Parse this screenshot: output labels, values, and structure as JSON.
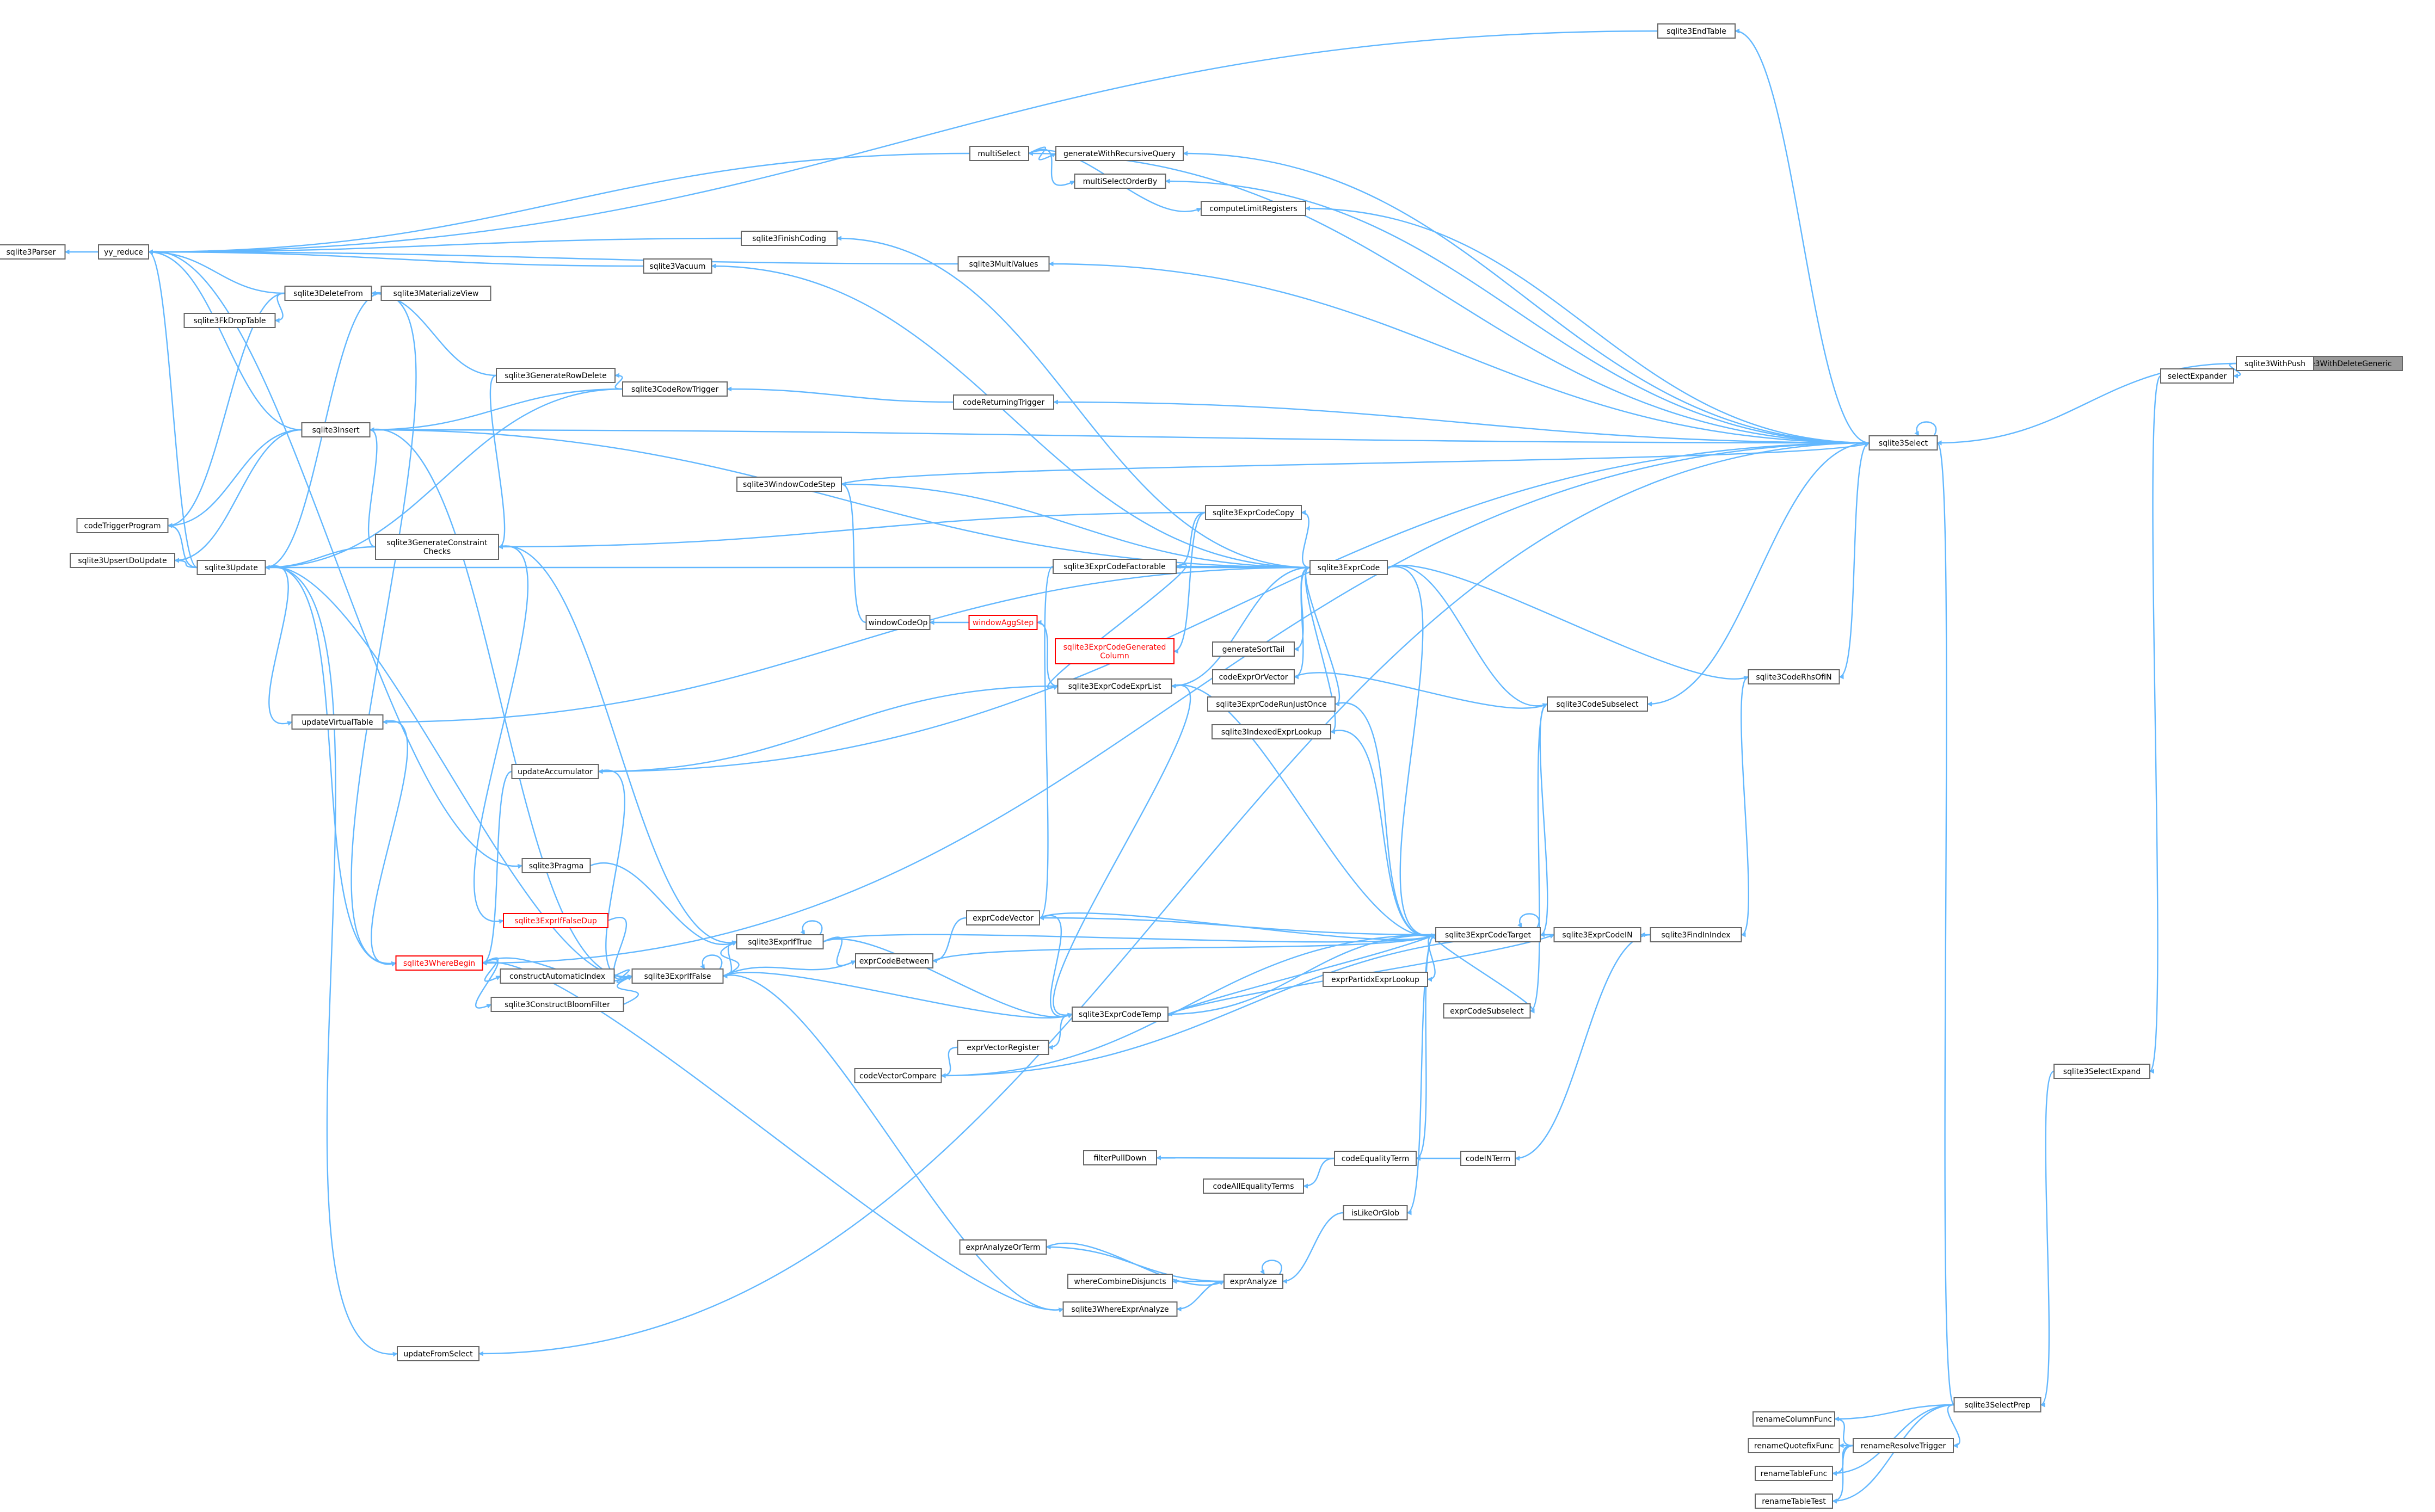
{
  "diagram": {
    "kind": "caller-graph",
    "colors": {
      "edge": "#63b8ff",
      "node_border": "#666666",
      "focus_fill": "#999999",
      "warning_border": "#ff0000",
      "background": "#ffffff"
    },
    "focus_node": "sqlite3WithDeleteGeneric",
    "nodes": [
      {
        "id": "sqlite3WithDeleteGeneric",
        "label": "sqlite3WithDeleteGeneric",
        "style": "focus"
      },
      {
        "id": "sqlite3WithPush",
        "label": "sqlite3WithPush"
      },
      {
        "id": "selectExpander",
        "label": "selectExpander"
      },
      {
        "id": "sqlite3Select",
        "label": "sqlite3Select"
      },
      {
        "id": "sqlite3SelectExpand",
        "label": "sqlite3SelectExpand"
      },
      {
        "id": "sqlite3SelectPrep",
        "label": "sqlite3SelectPrep"
      },
      {
        "id": "sqlite3EndTable",
        "label": "sqlite3EndTable"
      },
      {
        "id": "multiSelect",
        "label": "multiSelect"
      },
      {
        "id": "generateWithRecursiveQuery",
        "label": "generateWithRecursiveQuery"
      },
      {
        "id": "multiSelectOrderBy",
        "label": "multiSelectOrderBy"
      },
      {
        "id": "computeLimitRegisters",
        "label": "computeLimitRegisters"
      },
      {
        "id": "sqlite3FinishCoding",
        "label": "sqlite3FinishCoding"
      },
      {
        "id": "sqlite3Parser",
        "label": "sqlite3Parser"
      },
      {
        "id": "yy_reduce",
        "label": "yy_reduce"
      },
      {
        "id": "sqlite3MultiValues",
        "label": "sqlite3MultiValues"
      },
      {
        "id": "sqlite3Vacuum",
        "label": "sqlite3Vacuum"
      },
      {
        "id": "sqlite3DeleteFrom",
        "label": "sqlite3DeleteFrom"
      },
      {
        "id": "sqlite3MaterializeView",
        "label": "sqlite3MaterializeView"
      },
      {
        "id": "sqlite3FkDropTable",
        "label": "sqlite3FkDropTable"
      },
      {
        "id": "sqlite3GenerateRowDelete",
        "label": "sqlite3GenerateRowDelete"
      },
      {
        "id": "sqlite3CodeRowTrigger",
        "label": "sqlite3CodeRowTrigger"
      },
      {
        "id": "codeReturningTrigger",
        "label": "codeReturningTrigger"
      },
      {
        "id": "sqlite3Insert",
        "label": "sqlite3Insert"
      },
      {
        "id": "sqlite3WindowCodeStep",
        "label": "sqlite3WindowCodeStep"
      },
      {
        "id": "codeTriggerProgram",
        "label": "codeTriggerProgram"
      },
      {
        "id": "sqlite3ExprCodeCopy",
        "label": "sqlite3ExprCodeCopy"
      },
      {
        "id": "sqlite3UpsertDoUpdate",
        "label": "sqlite3UpsertDoUpdate"
      },
      {
        "id": "sqlite3Update",
        "label": "sqlite3Update"
      },
      {
        "id": "sqlite3GenerateConstraintChecks",
        "label": "sqlite3GenerateConstraint\nChecks"
      },
      {
        "id": "sqlite3ExprCodeFactorable",
        "label": "sqlite3ExprCodeFactorable"
      },
      {
        "id": "sqlite3ExprCode",
        "label": "sqlite3ExprCode"
      },
      {
        "id": "windowCodeOp",
        "label": "windowCodeOp"
      },
      {
        "id": "windowAggStep",
        "label": "windowAggStep",
        "style": "warning"
      },
      {
        "id": "generateSortTail",
        "label": "generateSortTail"
      },
      {
        "id": "sqlite3ExprCodeGeneratedColumn",
        "label": "sqlite3ExprCodeGenerated\nColumn",
        "style": "warning"
      },
      {
        "id": "sqlite3ExprCodeExprList",
        "label": "sqlite3ExprCodeExprList"
      },
      {
        "id": "codeExprOrVector",
        "label": "codeExprOrVector"
      },
      {
        "id": "sqlite3ExprCodeRunJustOnce",
        "label": "sqlite3ExprCodeRunJustOnce"
      },
      {
        "id": "sqlite3CodeSubselect",
        "label": "sqlite3CodeSubselect"
      },
      {
        "id": "sqlite3CodeRhsOfIN",
        "label": "sqlite3CodeRhsOfIN"
      },
      {
        "id": "updateVirtualTable",
        "label": "updateVirtualTable"
      },
      {
        "id": "sqlite3IndexedExprLookup",
        "label": "sqlite3IndexedExprLookup"
      },
      {
        "id": "updateAccumulator",
        "label": "updateAccumulator"
      },
      {
        "id": "sqlite3Pragma",
        "label": "sqlite3Pragma"
      },
      {
        "id": "sqlite3ExprIfFalseDup",
        "label": "sqlite3ExprIfFalseDup",
        "style": "warning"
      },
      {
        "id": "sqlite3ExprIfTrue",
        "label": "sqlite3ExprIfTrue"
      },
      {
        "id": "exprCodeVector",
        "label": "exprCodeVector"
      },
      {
        "id": "sqlite3WhereBegin",
        "label": "sqlite3WhereBegin",
        "style": "warning"
      },
      {
        "id": "constructAutomaticIndex",
        "label": "constructAutomaticIndex"
      },
      {
        "id": "sqlite3ExprIfFalse",
        "label": "sqlite3ExprIfFalse"
      },
      {
        "id": "exprCodeBetween",
        "label": "exprCodeBetween"
      },
      {
        "id": "sqlite3ExprCodeTarget",
        "label": "sqlite3ExprCodeTarget"
      },
      {
        "id": "sqlite3ExprCodeIN",
        "label": "sqlite3ExprCodeIN"
      },
      {
        "id": "sqlite3FindInIndex",
        "label": "sqlite3FindInIndex"
      },
      {
        "id": "exprPartidxExprLookup",
        "label": "exprPartidxExprLookup"
      },
      {
        "id": "sqlite3ConstructBloomFilter",
        "label": "sqlite3ConstructBloomFilter"
      },
      {
        "id": "sqlite3ExprCodeTemp",
        "label": "sqlite3ExprCodeTemp"
      },
      {
        "id": "exprCodeSubselect",
        "label": "exprCodeSubselect"
      },
      {
        "id": "exprVectorRegister",
        "label": "exprVectorRegister"
      },
      {
        "id": "codeVectorCompare",
        "label": "codeVectorCompare"
      },
      {
        "id": "filterPullDown",
        "label": "filterPullDown"
      },
      {
        "id": "codeEqualityTerm",
        "label": "codeEqualityTerm"
      },
      {
        "id": "codeINTerm",
        "label": "codeINTerm"
      },
      {
        "id": "codeAllEqualityTerms",
        "label": "codeAllEqualityTerms"
      },
      {
        "id": "isLikeOrGlob",
        "label": "isLikeOrGlob"
      },
      {
        "id": "exprAnalyzeOrTerm",
        "label": "exprAnalyzeOrTerm"
      },
      {
        "id": "whereCombineDisjuncts",
        "label": "whereCombineDisjuncts"
      },
      {
        "id": "exprAnalyze",
        "label": "exprAnalyze"
      },
      {
        "id": "sqlite3WhereExprAnalyze",
        "label": "sqlite3WhereExprAnalyze"
      },
      {
        "id": "updateFromSelect",
        "label": "updateFromSelect"
      },
      {
        "id": "renameColumnFunc",
        "label": "renameColumnFunc"
      },
      {
        "id": "renameQuotefixFunc",
        "label": "renameQuotefixFunc"
      },
      {
        "id": "renameResolveTrigger",
        "label": "renameResolveTrigger"
      },
      {
        "id": "renameTableFunc",
        "label": "renameTableFunc"
      },
      {
        "id": "renameTableTest",
        "label": "renameTableTest"
      }
    ],
    "edges": [
      [
        "sqlite3WithPush",
        "sqlite3WithDeleteGeneric"
      ],
      [
        "selectExpander",
        "sqlite3WithPush"
      ],
      [
        "sqlite3Select",
        "sqlite3WithPush"
      ],
      [
        "sqlite3SelectExpand",
        "selectExpander"
      ],
      [
        "sqlite3SelectPrep",
        "sqlite3SelectExpand"
      ],
      [
        "sqlite3Select",
        "sqlite3SelectPrep"
      ],
      [
        "renameColumnFunc",
        "sqlite3SelectPrep"
      ],
      [
        "renameResolveTrigger",
        "sqlite3SelectPrep"
      ],
      [
        "renameTableFunc",
        "sqlite3SelectPrep"
      ],
      [
        "renameTableTest",
        "sqlite3SelectPrep"
      ],
      [
        "renameColumnFunc",
        "renameResolveTrigger"
      ],
      [
        "renameQuotefixFunc",
        "renameResolveTrigger"
      ],
      [
        "renameTableFunc",
        "renameResolveTrigger"
      ],
      [
        "renameTableTest",
        "renameResolveTrigger"
      ],
      [
        "sqlite3Select",
        "sqlite3Select"
      ],
      [
        "sqlite3EndTable",
        "sqlite3Select"
      ],
      [
        "yy_reduce",
        "sqlite3EndTable"
      ],
      [
        "multiSelect",
        "sqlite3Select"
      ],
      [
        "generateWithRecursiveQuery",
        "sqlite3Select"
      ],
      [
        "multiSelectOrderBy",
        "sqlite3Select"
      ],
      [
        "computeLimitRegisters",
        "sqlite3Select"
      ],
      [
        "generateWithRecursiveQuery",
        "multiSelect"
      ],
      [
        "multiSelectOrderBy",
        "multiSelect"
      ],
      [
        "computeLimitRegisters",
        "multiSelect"
      ],
      [
        "yy_reduce",
        "multiSelect"
      ],
      [
        "sqlite3Parser",
        "yy_reduce"
      ],
      [
        "yy_reduce",
        "sqlite3FinishCoding"
      ],
      [
        "yy_reduce",
        "sqlite3Vacuum"
      ],
      [
        "yy_reduce",
        "sqlite3MultiValues"
      ],
      [
        "yy_reduce",
        "sqlite3DeleteFrom"
      ],
      [
        "yy_reduce",
        "sqlite3Insert"
      ],
      [
        "yy_reduce",
        "sqlite3Update"
      ],
      [
        "sqlite3MultiValues",
        "sqlite3Select"
      ],
      [
        "sqlite3DeleteFrom",
        "sqlite3MaterializeView"
      ],
      [
        "sqlite3Update",
        "sqlite3MaterializeView"
      ],
      [
        "sqlite3FkDropTable",
        "sqlite3DeleteFrom"
      ],
      [
        "codeTriggerProgram",
        "sqlite3DeleteFrom"
      ],
      [
        "codeTriggerProgram",
        "sqlite3Insert"
      ],
      [
        "codeTriggerProgram",
        "sqlite3Update"
      ],
      [
        "sqlite3UpsertDoUpdate",
        "sqlite3Update"
      ],
      [
        "sqlite3DeleteFrom",
        "sqlite3GenerateRowDelete"
      ],
      [
        "sqlite3GenerateConstraintChecks",
        "sqlite3GenerateRowDelete"
      ],
      [
        "sqlite3GenerateRowDelete",
        "sqlite3CodeRowTrigger"
      ],
      [
        "sqlite3Insert",
        "sqlite3CodeRowTrigger"
      ],
      [
        "sqlite3Update",
        "sqlite3CodeRowTrigger"
      ],
      [
        "sqlite3CodeRowTrigger",
        "codeReturningTrigger"
      ],
      [
        "sqlite3Insert",
        "sqlite3GenerateConstraintChecks"
      ],
      [
        "sqlite3Update",
        "sqlite3GenerateConstraintChecks"
      ],
      [
        "sqlite3ExprCodeCopy",
        "sqlite3ExprCode"
      ],
      [
        "sqlite3ExprCodeFactorable",
        "sqlite3ExprCode"
      ],
      [
        "sqlite3ExprCodeFactorable",
        "sqlite3ExprCodeCopy"
      ],
      [
        "sqlite3ExprCodeExprList",
        "sqlite3ExprCodeFactorable"
      ],
      [
        "sqlite3ExprCodeExprList",
        "sqlite3ExprCode"
      ],
      [
        "windowAggStep",
        "sqlite3ExprCodeExprList"
      ],
      [
        "windowCodeOp",
        "windowAggStep"
      ],
      [
        "sqlite3WindowCodeStep",
        "windowCodeOp"
      ],
      [
        "sqlite3Select",
        "sqlite3WindowCodeStep"
      ],
      [
        "sqlite3ExprCodeGeneratedColumn",
        "sqlite3ExprCodeCopy"
      ],
      [
        "generateSortTail",
        "sqlite3ExprCode"
      ],
      [
        "codeExprOrVector",
        "sqlite3ExprCode"
      ],
      [
        "sqlite3ExprCodeRunJustOnce",
        "sqlite3ExprCode"
      ],
      [
        "sqlite3CodeSubselect",
        "codeExprOrVector"
      ],
      [
        "sqlite3CodeSubselect",
        "sqlite3ExprCode"
      ],
      [
        "sqlite3CodeRhsOfIN",
        "sqlite3ExprCode"
      ],
      [
        "sqlite3CodeRhsOfIN",
        "sqlite3Select"
      ],
      [
        "sqlite3CodeSubselect",
        "sqlite3Select"
      ],
      [
        "sqlite3IndexedExprLookup",
        "sqlite3ExprCode"
      ],
      [
        "sqlite3ExprCodeTarget",
        "sqlite3ExprCode"
      ],
      [
        "sqlite3ExprCodeTarget",
        "sqlite3ExprCodeExprList"
      ],
      [
        "sqlite3ExprCodeTarget",
        "sqlite3ExprCodeRunJustOnce"
      ],
      [
        "sqlite3ExprCodeTarget",
        "sqlite3IndexedExprLookup"
      ],
      [
        "sqlite3ExprCodeTarget",
        "sqlite3CodeSubselect"
      ],
      [
        "sqlite3ExprCodeTarget",
        "sqlite3ExprCodeTarget"
      ],
      [
        "sqlite3ExprCodeTarget",
        "exprCodeVector"
      ],
      [
        "sqlite3ExprCodeTarget",
        "exprCodeBetween"
      ],
      [
        "sqlite3ExprCodeTarget",
        "sqlite3ExprIfTrue"
      ],
      [
        "sqlite3ExprCodeTarget",
        "sqlite3ExprCodeIN"
      ],
      [
        "sqlite3ExprCodeTarget",
        "sqlite3ExprCodeTemp"
      ],
      [
        "exprPartidxExprLookup",
        "sqlite3ExprCodeTarget"
      ],
      [
        "sqlite3ExprCodeIN",
        "sqlite3FindInIndex"
      ],
      [
        "sqlite3ExprCodeIN",
        "sqlite3ExprCodeTemp"
      ],
      [
        "sqlite3FindInIndex",
        "sqlite3CodeRhsOfIN"
      ],
      [
        "codeINTerm",
        "sqlite3FindInIndex"
      ],
      [
        "exprCodeSubselect",
        "sqlite3CodeSubselect"
      ],
      [
        "exprCodeSubselect",
        "sqlite3ExprCodeTarget"
      ],
      [
        "sqlite3ExprCodeTemp",
        "sqlite3ExprCodeTarget"
      ],
      [
        "sqlite3ExprCodeTemp",
        "exprCodeVector"
      ],
      [
        "sqlite3ExprCodeTemp",
        "sqlite3ExprCodeExprList"
      ],
      [
        "sqlite3ExprCodeTemp",
        "sqlite3ExprIfTrue"
      ],
      [
        "sqlite3ExprCodeTemp",
        "sqlite3ExprIfFalse"
      ],
      [
        "exprVectorRegister",
        "sqlite3ExprCodeTemp"
      ],
      [
        "codeVectorCompare",
        "exprVectorRegister"
      ],
      [
        "codeVectorCompare",
        "sqlite3ExprCodeTarget"
      ],
      [
        "codeVectorCompare",
        "sqlite3ExprCodeIN"
      ],
      [
        "exprCodeVector",
        "sqlite3ExprCodeFactorable"
      ],
      [
        "exprCodeVector",
        "sqlite3ExprCodeTarget"
      ],
      [
        "exprCodeBetween",
        "exprCodeVector"
      ],
      [
        "exprCodeBetween",
        "sqlite3ExprIfTrue"
      ],
      [
        "exprCodeBetween",
        "sqlite3ExprIfFalse"
      ],
      [
        "sqlite3ExprIfTrue",
        "sqlite3ExprIfTrue"
      ],
      [
        "sqlite3ExprIfTrue",
        "sqlite3ExprIfFalse"
      ],
      [
        "sqlite3ExprIfFalse",
        "sqlite3ExprIfTrue"
      ],
      [
        "sqlite3ExprIfFalse",
        "sqlite3ExprIfFalse"
      ],
      [
        "sqlite3ExprIfTrue",
        "sqlite3Pragma"
      ],
      [
        "sqlite3ExprIfTrue",
        "sqlite3GenerateConstraintChecks"
      ],
      [
        "sqlite3ExprIfFalse",
        "sqlite3ExprIfFalseDup"
      ],
      [
        "sqlite3ExprIfFalseDup",
        "sqlite3GenerateConstraintChecks"
      ],
      [
        "sqlite3ExprIfFalse",
        "sqlite3WhereBegin"
      ],
      [
        "sqlite3ExprIfFalse",
        "constructAutomaticIndex"
      ],
      [
        "sqlite3ExprIfFalse",
        "sqlite3ConstructBloomFilter"
      ],
      [
        "sqlite3ExprIfFalse",
        "updateAccumulator"
      ],
      [
        "sqlite3ExprIfFalse",
        "sqlite3Update"
      ],
      [
        "sqlite3ExprIfFalse",
        "sqlite3Insert"
      ],
      [
        "constructAutomaticIndex",
        "sqlite3WhereBegin"
      ],
      [
        "sqlite3ConstructBloomFilter",
        "sqlite3WhereBegin"
      ],
      [
        "sqlite3WhereBegin",
        "sqlite3DeleteFrom"
      ],
      [
        "sqlite3WhereBegin",
        "sqlite3Update"
      ],
      [
        "sqlite3WhereBegin",
        "updateVirtualTable"
      ],
      [
        "sqlite3WhereBegin",
        "sqlite3Select"
      ],
      [
        "sqlite3WhereBegin",
        "updateAccumulator"
      ],
      [
        "updateVirtualTable",
        "sqlite3Update"
      ],
      [
        "updateAccumulator",
        "sqlite3Select"
      ],
      [
        "updateFromSelect",
        "sqlite3Update"
      ],
      [
        "updateFromSelect",
        "sqlite3Select"
      ],
      [
        "codeEqualityTerm",
        "sqlite3ExprCodeTarget"
      ],
      [
        "codeEqualityTerm",
        "codeINTerm"
      ],
      [
        "codeAllEqualityTerms",
        "codeEqualityTerm"
      ],
      [
        "filterPullDown",
        "codeEqualityTerm"
      ],
      [
        "isLikeOrGlob",
        "sqlite3ExprCodeTarget"
      ],
      [
        "exprAnalyze",
        "isLikeOrGlob"
      ],
      [
        "exprAnalyze",
        "exprAnalyze"
      ],
      [
        "exprAnalyze",
        "exprAnalyzeOrTerm"
      ],
      [
        "exprAnalyzeOrTerm",
        "exprAnalyze"
      ],
      [
        "whereCombineDisjuncts",
        "exprAnalyze"
      ],
      [
        "sqlite3WhereExprAnalyze",
        "exprAnalyze"
      ],
      [
        "sqlite3WhereExprAnalyze",
        "sqlite3WhereBegin"
      ],
      [
        "sqlite3WhereExprAnalyze",
        "sqlite3ExprIfFalse"
      ],
      [
        "sqlite3Insert",
        "sqlite3Select"
      ],
      [
        "sqlite3Update",
        "sqlite3ExprCode"
      ],
      [
        "sqlite3Insert",
        "sqlite3ExprCode"
      ],
      [
        "codeReturningTrigger",
        "sqlite3Select"
      ],
      [
        "sqlite3FinishCoding",
        "sqlite3ExprCode"
      ],
      [
        "sqlite3Vacuum",
        "sqlite3ExprCode"
      ],
      [
        "sqlite3Pragma",
        "yy_reduce"
      ],
      [
        "sqlite3GenerateConstraintChecks",
        "sqlite3ExprCodeCopy"
      ],
      [
        "sqlite3WindowCodeStep",
        "sqlite3ExprCode"
      ],
      [
        "updateVirtualTable",
        "sqlite3ExprCode"
      ],
      [
        "updateAccumulator",
        "sqlite3ExprCodeExprList"
      ],
      [
        "sqlite3UpsertDoUpdate",
        "sqlite3Insert"
      ]
    ]
  }
}
